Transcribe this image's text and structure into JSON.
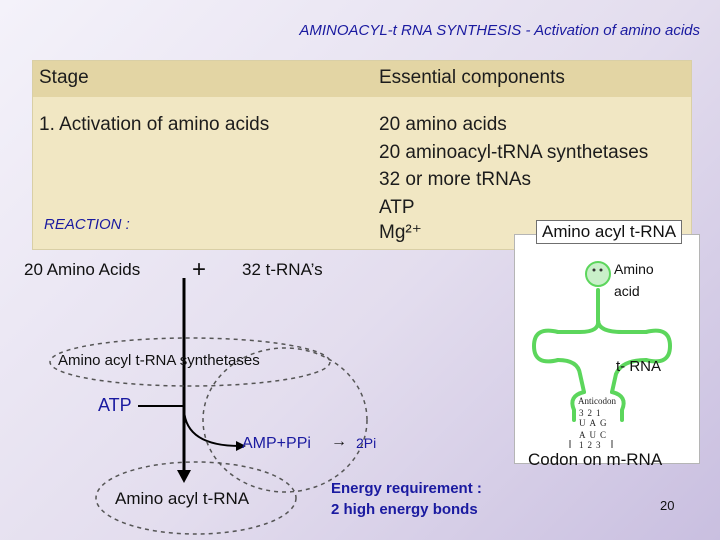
{
  "slide_title": "AMINOACYL-t RNA  SYNTHESIS - Activation of amino acids",
  "table": {
    "header": {
      "stage": "Stage",
      "components": "Essential components"
    },
    "row": {
      "stage": "1.  Activation of amino acids",
      "components": [
        "20 amino acids",
        "20 aminoacyl-tRNA synthetases",
        "32 or more tRNAs",
        "ATP",
        "Mg²⁺"
      ]
    }
  },
  "reaction": {
    "label": "REACTION :",
    "reactant1": "20 Amino Acids",
    "plus": "+",
    "reactant2": "32 t-RNA’s",
    "enzyme": "Amino acyl t-RNA synthetases",
    "atp": "ATP",
    "byproduct": "AMP+PPi",
    "arrow": "→",
    "pi": "2Pi",
    "product": "Amino acyl t-RNA",
    "energy_line1": "Energy requirement :",
    "energy_line2": "2 high energy bonds"
  },
  "trna_figure": {
    "heading": "Amino acyl t-RNA",
    "amino_line1": "Amino",
    "amino_line2": "acid",
    "trna_label": "t- RNA",
    "anticodon_title": "Anticodon",
    "anticodon_letters": "UAG",
    "anticodon_numbers": "321",
    "codon_letters": "AUC",
    "codon_numbers": "123",
    "codon_label": "Codon on m-RNA"
  },
  "page_number": "20",
  "colors": {
    "title_blue": "#1a1aa0",
    "table_bg": "#f1e7c3",
    "table_header": "#e3d5a4",
    "trna_green": "#5cd65c"
  }
}
